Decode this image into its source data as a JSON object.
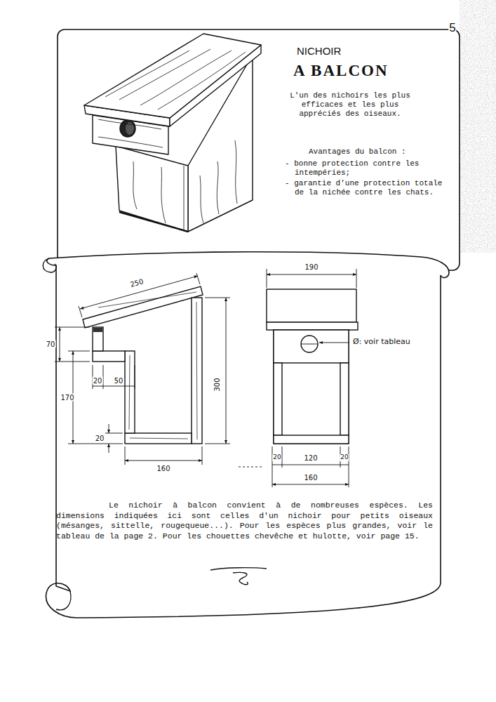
{
  "diagram": {
    "title": "A BALCON",
    "caption": "Le nichoir à balcon convient à de nombreuses espèces. Les dimensions indiquées ici sont celles d'un nichoir pour petits oiseaux (mésanges, sittelle, rougequeue...). Pour les espèces plus grandes, voir le tableau de la page 2. Pour les chouettes chevêche et hulotte, voir page 15.",
    "labels": [
      "5",
      "NICHOIR",
      "L'un des nichoirs les plus efficaces et les plus appréciés des oiseaux.",
      "Avantages du balcon :",
      "- bonne protection contre les intempéries;",
      "- garantie d'une protection totale de la nichée contre les chats.",
      "250",
      "70",
      "170",
      "20",
      "50",
      "20",
      "160",
      "300",
      "190",
      "Ø: voir tableau",
      "20",
      "120",
      "20",
      "160"
    ]
  }
}
